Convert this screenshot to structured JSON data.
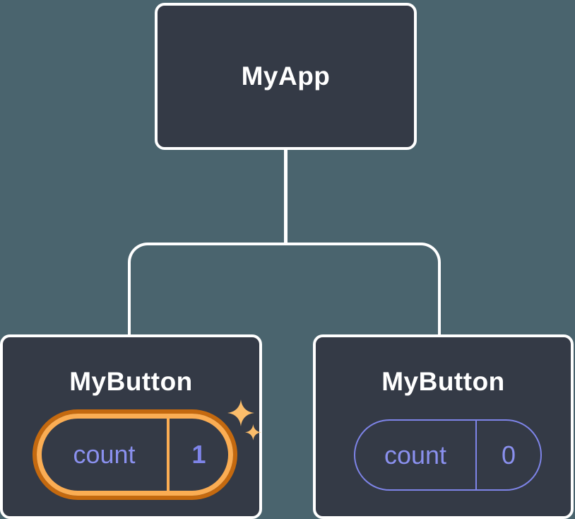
{
  "diagram": {
    "root": {
      "label": "MyApp"
    },
    "children": [
      {
        "label": "MyButton",
        "prop_name": "count",
        "prop_value": "1",
        "highlighted": true
      },
      {
        "label": "MyButton",
        "prop_name": "count",
        "prop_value": "0",
        "highlighted": false
      }
    ]
  },
  "colors": {
    "background": "#4A646E",
    "node_fill": "#343A46",
    "node_border": "#FFFFFF",
    "heading_text": "#FFFFFF",
    "state_text": "#8A90EE",
    "state_value": "#7E84E8",
    "pill_border": "#7E84E8",
    "highlight_outer": "#C4690F",
    "highlight_inner": "#FBAD53",
    "sparkle": "#FBBD6B"
  }
}
